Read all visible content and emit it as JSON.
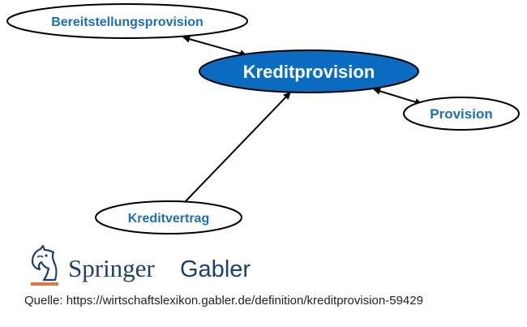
{
  "diagram": {
    "center_node": "Kreditprovision",
    "nodes": {
      "bereitstellungsprovision": "Bereitstellungsprovision",
      "provision": "Provision",
      "kreditvertrag": "Kreditvertrag"
    }
  },
  "colors": {
    "center_fill": "#0a6cc0",
    "center_text": "#ffffff",
    "node_text": "#1a6fb8",
    "node_fill": "#ffffff",
    "stroke": "#000000",
    "logo_blue": "#1c3f6e",
    "logo_orange": "#e8743b"
  },
  "logo": {
    "springer": "Springer",
    "gabler": "Gabler",
    "icon": "knight-horse-icon"
  },
  "source": "Quelle: https://wirtschaftslexikon.gabler.de/definition/kreditprovision-59429"
}
